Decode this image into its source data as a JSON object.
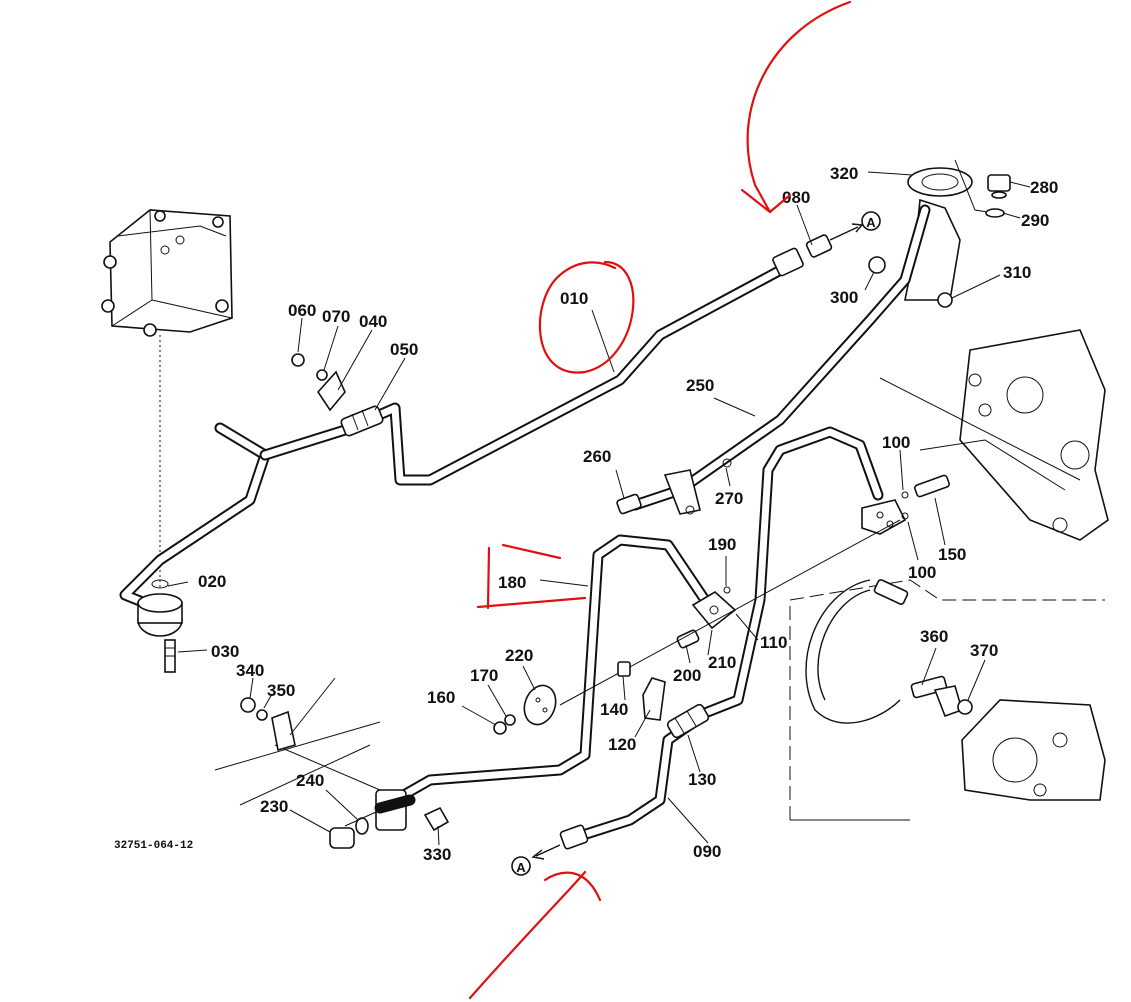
{
  "document_code": "32751-064-12",
  "callouts": [
    {
      "id": "p010",
      "text": "010"
    },
    {
      "id": "p020",
      "text": "020"
    },
    {
      "id": "p030",
      "text": "030"
    },
    {
      "id": "p040",
      "text": "040"
    },
    {
      "id": "p050",
      "text": "050"
    },
    {
      "id": "p060",
      "text": "060"
    },
    {
      "id": "p070",
      "text": "070"
    },
    {
      "id": "p080",
      "text": "080"
    },
    {
      "id": "p090",
      "text": "090"
    },
    {
      "id": "p100a",
      "text": "100"
    },
    {
      "id": "p100b",
      "text": "100"
    },
    {
      "id": "p110",
      "text": "110"
    },
    {
      "id": "p120",
      "text": "120"
    },
    {
      "id": "p130",
      "text": "130"
    },
    {
      "id": "p140",
      "text": "140"
    },
    {
      "id": "p150",
      "text": "150"
    },
    {
      "id": "p160",
      "text": "160"
    },
    {
      "id": "p170",
      "text": "170"
    },
    {
      "id": "p180",
      "text": "180"
    },
    {
      "id": "p190",
      "text": "190"
    },
    {
      "id": "p200",
      "text": "200"
    },
    {
      "id": "p210",
      "text": "210"
    },
    {
      "id": "p220",
      "text": "220"
    },
    {
      "id": "p230",
      "text": "230"
    },
    {
      "id": "p240",
      "text": "240"
    },
    {
      "id": "p250",
      "text": "250"
    },
    {
      "id": "p260",
      "text": "260"
    },
    {
      "id": "p270",
      "text": "270"
    },
    {
      "id": "p280",
      "text": "280"
    },
    {
      "id": "p290",
      "text": "290"
    },
    {
      "id": "p300",
      "text": "300"
    },
    {
      "id": "p310",
      "text": "310"
    },
    {
      "id": "p320",
      "text": "320"
    },
    {
      "id": "p330",
      "text": "330"
    },
    {
      "id": "p340",
      "text": "340"
    },
    {
      "id": "p350",
      "text": "350"
    },
    {
      "id": "p360",
      "text": "360"
    },
    {
      "id": "p370",
      "text": "370"
    }
  ],
  "connection_markers": [
    {
      "id": "top",
      "text": "A"
    },
    {
      "id": "bottom",
      "text": "A"
    }
  ],
  "annotation_color": "#e01010"
}
